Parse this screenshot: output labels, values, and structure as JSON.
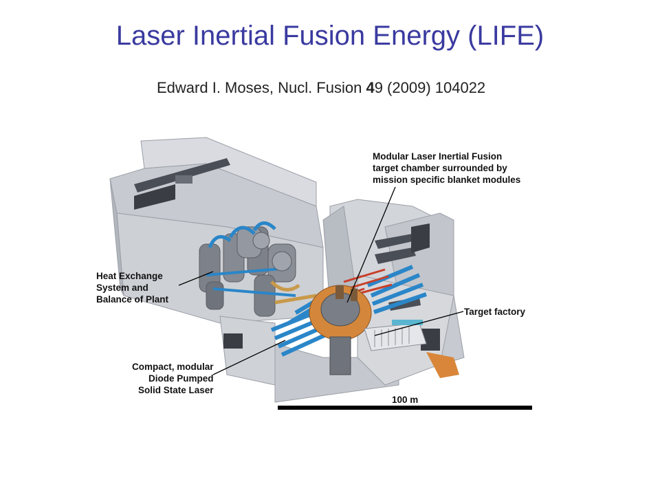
{
  "title": "Laser Inertial Fusion Energy (LIFE)",
  "citation": {
    "prefix": "Edward I. Moses, Nucl. Fusion ",
    "volume": "4",
    "suffix": "9 (2009) 104022"
  },
  "callouts": {
    "chamber": "Modular Laser Inertial Fusion\ntarget chamber surrounded by\nmission specific blanket modules",
    "heat_exchange": "Heat Exchange\nSystem and\nBalance of Plant",
    "laser": "Compact, modular\nDiode Pumped\nSolid State Laser",
    "target_factory": "Target factory"
  },
  "scale_bar": {
    "label": "100 m"
  },
  "colors": {
    "title": "#3a3aa0",
    "building": "#c9ccd2",
    "beamlines_blue": "#2a86c8",
    "beamlines_red": "#c8402a",
    "chamber": "#d4873a"
  }
}
